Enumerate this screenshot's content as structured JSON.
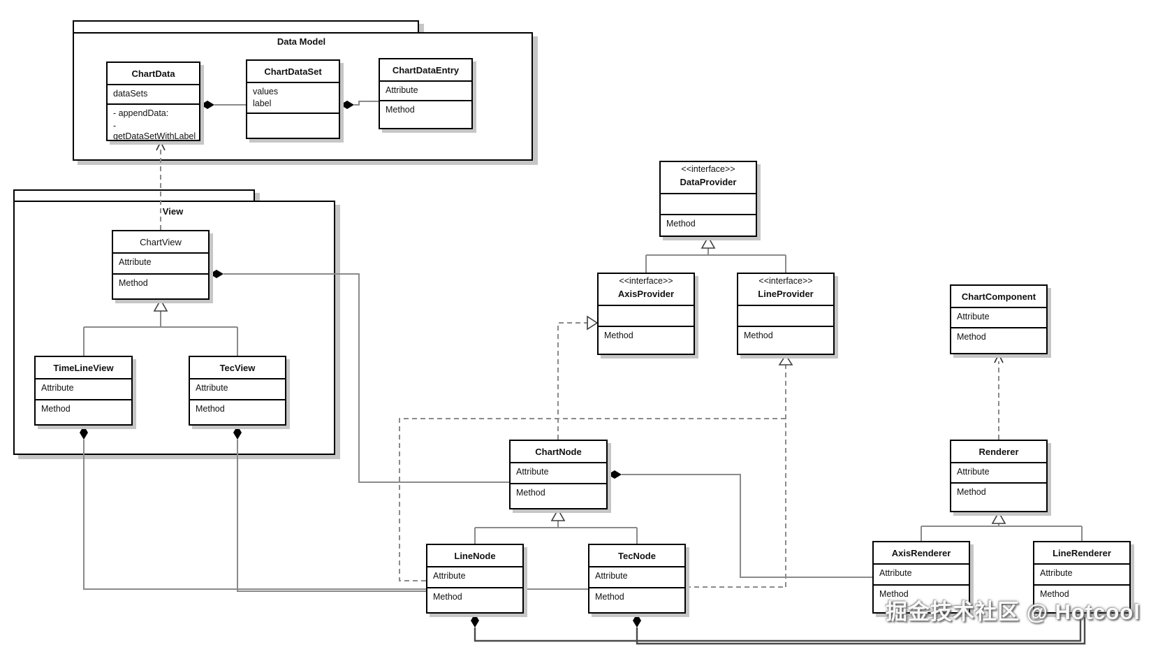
{
  "watermark": "掘金技术社区 @ Hotcool",
  "packages": {
    "data_model": {
      "title": "Data Model"
    },
    "view": {
      "title": "View"
    }
  },
  "classes": {
    "chart_data": {
      "title": "ChartData",
      "attributes": [
        "dataSets"
      ],
      "methods": [
        "- appendData:",
        "- getDataSetWithLabel"
      ]
    },
    "chart_data_set": {
      "title": "ChartDataSet",
      "attributes": [
        "values",
        "label"
      ],
      "methods": []
    },
    "chart_data_entry": {
      "title": "ChartDataEntry",
      "attributes": [
        "Attribute"
      ],
      "methods": [
        "Method"
      ]
    },
    "data_provider": {
      "stereotype": "<<interface>>",
      "title": "DataProvider",
      "attributes": [],
      "methods": [
        "Method"
      ]
    },
    "axis_provider": {
      "stereotype": "<<interface>>",
      "title": "AxisProvider",
      "attributes": [],
      "methods": [
        "Method"
      ]
    },
    "line_provider": {
      "stereotype": "<<interface>>",
      "title": "LineProvider",
      "attributes": [],
      "methods": [
        "Method"
      ]
    },
    "chart_component": {
      "title": "ChartComponent",
      "attributes": [
        "Attribute"
      ],
      "methods": [
        "Method"
      ]
    },
    "renderer": {
      "title": "Renderer",
      "attributes": [
        "Attribute"
      ],
      "methods": [
        "Method"
      ]
    },
    "axis_renderer": {
      "title": "AxisRenderer",
      "attributes": [
        "Attribute"
      ],
      "methods": [
        "Method"
      ]
    },
    "line_renderer": {
      "title": "LineRenderer",
      "attributes": [
        "Attribute"
      ],
      "methods": [
        "Method"
      ]
    },
    "chart_view": {
      "title": "ChartView",
      "attributes": [
        "Attribute"
      ],
      "methods": [
        "Method"
      ]
    },
    "time_line_view": {
      "title": "TimeLineView",
      "attributes": [
        "Attribute"
      ],
      "methods": [
        "Method"
      ]
    },
    "tec_view": {
      "title": "TecView",
      "attributes": [
        "Attribute"
      ],
      "methods": [
        "Method"
      ]
    },
    "chart_node": {
      "title": "ChartNode",
      "attributes": [
        "Attribute"
      ],
      "methods": [
        "Method"
      ]
    },
    "line_node": {
      "title": "LineNode",
      "attributes": [
        "Attribute"
      ],
      "methods": [
        "Method"
      ]
    },
    "tec_node": {
      "title": "TecNode",
      "attributes": [
        "Attribute"
      ],
      "methods": [
        "Method"
      ]
    }
  },
  "relationships": [
    {
      "from": "ChartView",
      "to": "ChartData",
      "type": "dependency"
    },
    {
      "from": "TimeLineView",
      "to": "ChartView",
      "type": "generalization"
    },
    {
      "from": "TecView",
      "to": "ChartView",
      "type": "generalization"
    },
    {
      "from": "ChartData",
      "to": "ChartDataSet",
      "type": "composition"
    },
    {
      "from": "ChartDataSet",
      "to": "ChartDataEntry",
      "type": "composition"
    },
    {
      "from": "AxisProvider",
      "to": "DataProvider",
      "type": "generalization"
    },
    {
      "from": "LineProvider",
      "to": "DataProvider",
      "type": "generalization"
    },
    {
      "from": "ChartNode",
      "to": "AxisProvider",
      "type": "realization"
    },
    {
      "from": "LineNode",
      "to": "LineProvider",
      "type": "realization"
    },
    {
      "from": "TecNode",
      "to": "LineProvider",
      "type": "realization"
    },
    {
      "from": "LineNode",
      "to": "ChartNode",
      "type": "generalization"
    },
    {
      "from": "TecNode",
      "to": "ChartNode",
      "type": "generalization"
    },
    {
      "from": "ChartView",
      "to": "ChartNode",
      "type": "composition"
    },
    {
      "from": "ChartNode",
      "to": "AxisRenderer",
      "type": "composition"
    },
    {
      "from": "TimeLineView",
      "to": "TecNode",
      "type": "composition"
    },
    {
      "from": "TecView",
      "to": "LineNode",
      "type": "composition"
    },
    {
      "from": "LineNode",
      "to": "LineRenderer",
      "type": "composition"
    },
    {
      "from": "TecNode",
      "to": "LineRenderer",
      "type": "composition"
    },
    {
      "from": "Renderer",
      "to": "ChartComponent",
      "type": "dependency"
    },
    {
      "from": "AxisRenderer",
      "to": "Renderer",
      "type": "generalization"
    },
    {
      "from": "LineRenderer",
      "to": "Renderer",
      "type": "generalization"
    }
  ],
  "colors": {
    "line_gray": "#8a8a8a",
    "line_dark": "#4a4a4a",
    "border": "#000000",
    "shadow": "#c6c6c6"
  }
}
